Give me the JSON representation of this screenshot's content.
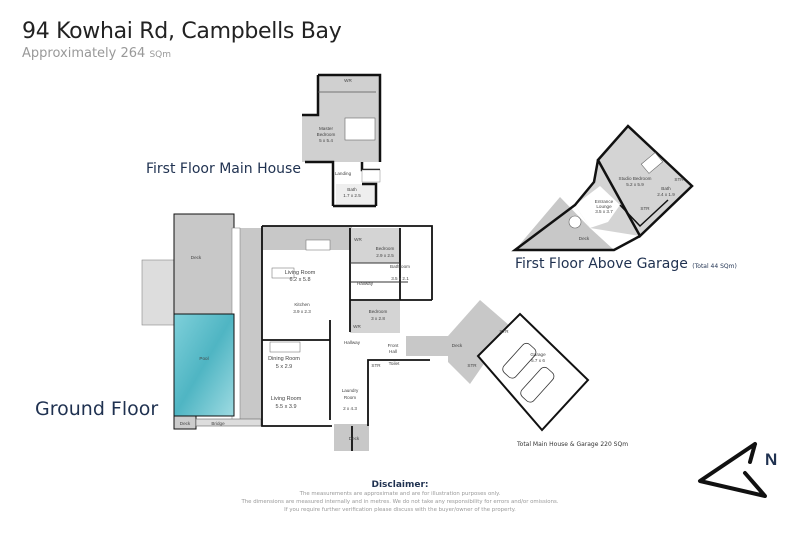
{
  "header": {
    "title": "94 Kowhai Rd, Campbells Bay",
    "subtitle_prefix": "Approximately 264",
    "subtitle_unit": "SQm"
  },
  "floors": {
    "first_main": {
      "label": "First Floor Main House"
    },
    "first_garage": {
      "label": "First Floor Above Garage",
      "note": "(Total 44 SQm)"
    },
    "ground": {
      "label": "Ground Floor"
    }
  },
  "rooms": {
    "first_main": {
      "wr": "WR",
      "master_name1": "Master",
      "master_name2": "Bedroom",
      "master_dim": "5 x 5.4",
      "landing": "Landing",
      "bath": "Bath",
      "bath_dim": "1.7 x 2.5"
    },
    "first_garage": {
      "studio": "Studio Bedroom",
      "studio_dim": "5.2 x 5.9",
      "entrance1": "Entrance",
      "entrance2": "Lounge",
      "entrance_dim": "3.5 x 3.7",
      "bath": "Bath",
      "bath_dim": "2.4 x 1.9",
      "str1": "STR",
      "str2": "STR",
      "deck": "Deck"
    },
    "ground": {
      "deck_top": "Deck",
      "pool": "Pool",
      "deck_small": "Deck",
      "bridge": "Bridge",
      "living1": "Living Room",
      "living1_dim": "6.2 x 5.8",
      "kitchen": "Kitchen",
      "kitchen_dim": "3.9 x 2.3",
      "wr1": "WR",
      "bedroom1": "Bedroom",
      "bedroom1_dim": "2.9 x 2.5",
      "bathroom": "Bathroom",
      "bathroom_dim": "3.5 x 2.1",
      "hallway1": "Hallway",
      "bedroom2": "Bedroom",
      "bedroom2_dim": "3 x 2.8",
      "wr2": "WR",
      "hallway2": "Hallway",
      "front_hall1": "Front",
      "front_hall2": "Hall",
      "str": "STR",
      "toilet": "Toilet",
      "dining": "Dining Room",
      "dining_dim": "5 x 2.9",
      "living2": "Living Room",
      "living2_dim": "5.5 x 3.9",
      "laundry1": "Laundry",
      "laundry2": "Room",
      "laundry_dim": "2 x 4.3",
      "deck_bottom": "Deck",
      "deck_garage": "Deck",
      "garage_str": "STR",
      "garage_str2": "STR",
      "garage": "Garage",
      "garage_dim": "5.7 x 6"
    }
  },
  "totals": {
    "main_garage": "Total Main House & Garage 220 SQm"
  },
  "disclaimer": {
    "title": "Disclaimer:",
    "lines": [
      "The measurements are approximate and are for illustration purposes only.",
      "The dimensions are measured internally and in metres. We do not take any responsibility for errors and/or omissions.",
      "If you require further verification please discuss with the buyer/owner of the property."
    ]
  },
  "compass": {
    "label": "N"
  },
  "colors": {
    "heading": "#1f3150",
    "wall": "#111111",
    "fill_grey": "#c8c8c8",
    "pool": "#5fbfcc"
  }
}
